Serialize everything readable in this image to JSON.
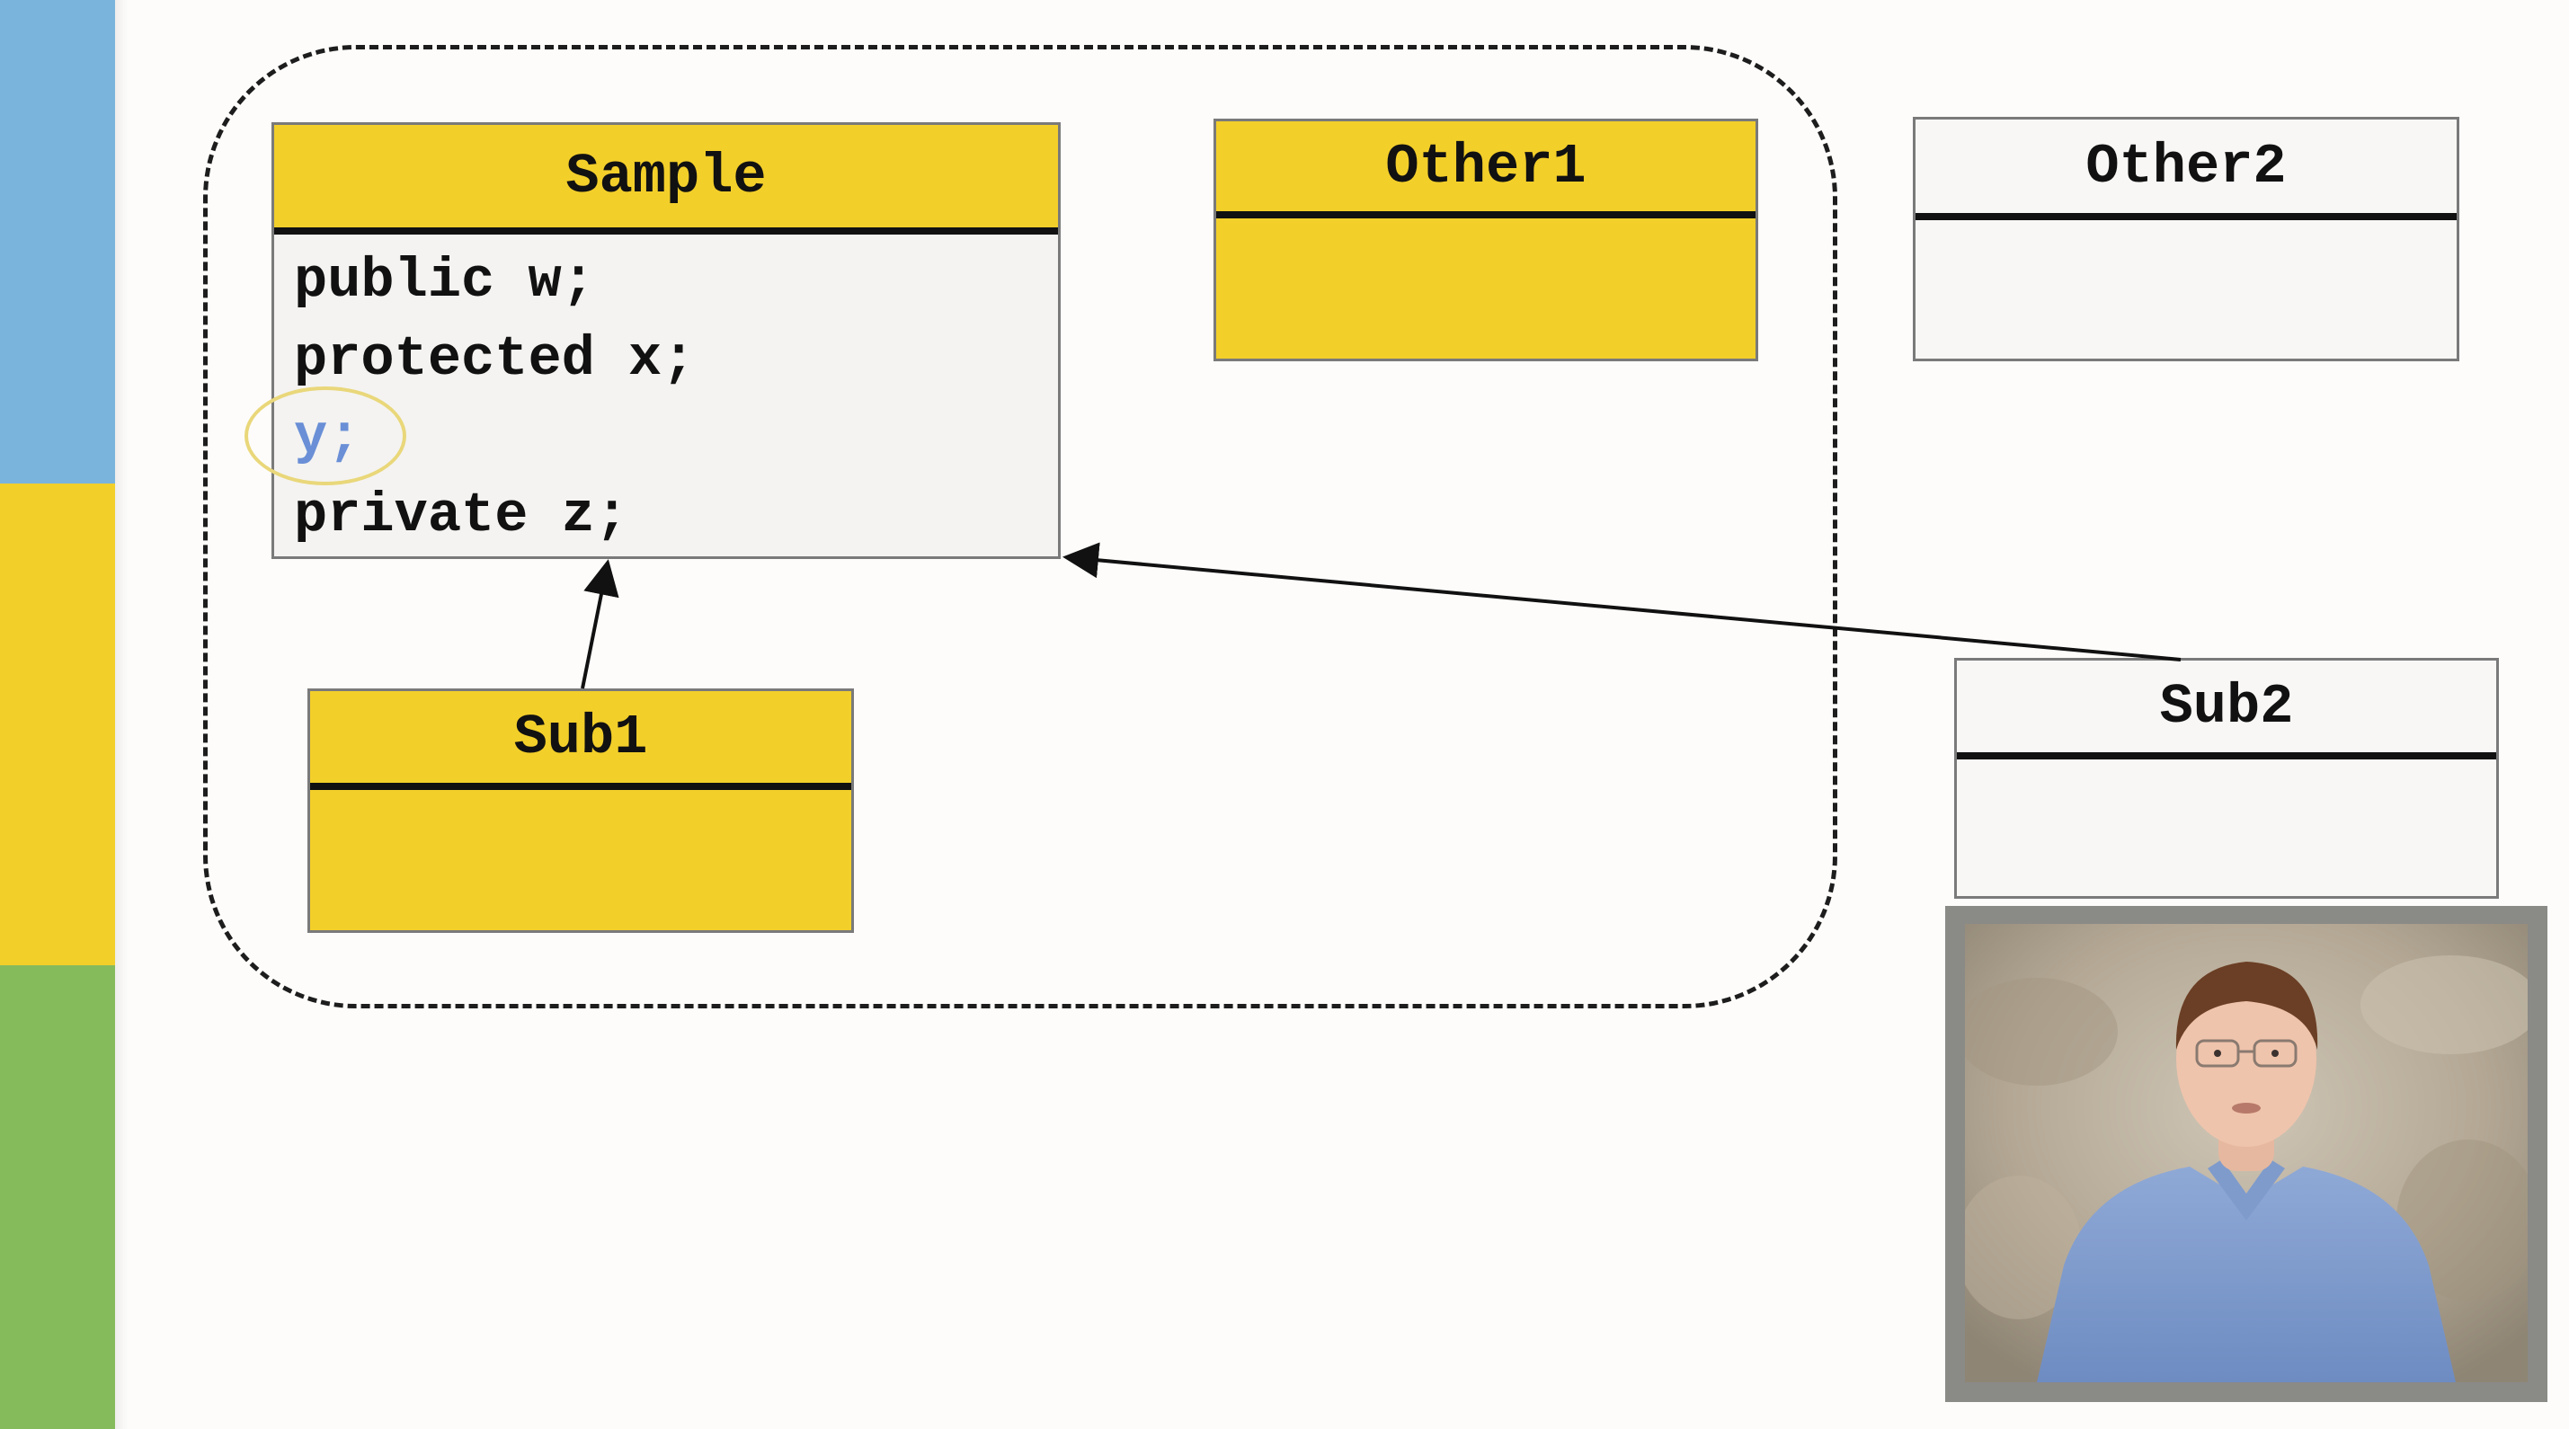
{
  "diagram": {
    "classes": {
      "sample": {
        "name": "Sample",
        "fields": [
          "public w;",
          "protected x;",
          "y;",
          "private z;"
        ]
      },
      "other1": {
        "name": "Other1"
      },
      "other2": {
        "name": "Other2"
      },
      "sub1": {
        "name": "Sub1"
      },
      "sub2": {
        "name": "Sub2"
      }
    },
    "relations": [
      {
        "from": "Sub1",
        "to": "Sample",
        "kind": "inheritance"
      },
      {
        "from": "Sub2",
        "to": "Sample",
        "kind": "inheritance"
      }
    ],
    "highlighted_field": "y;"
  },
  "colors": {
    "blue_stripe": "#7ab4dc",
    "yellow_stripe": "#f3cf2a",
    "green_stripe": "#86bb5c",
    "class_in_package": "#f3cf2a",
    "class_outside_package": "#f8f7f5"
  }
}
